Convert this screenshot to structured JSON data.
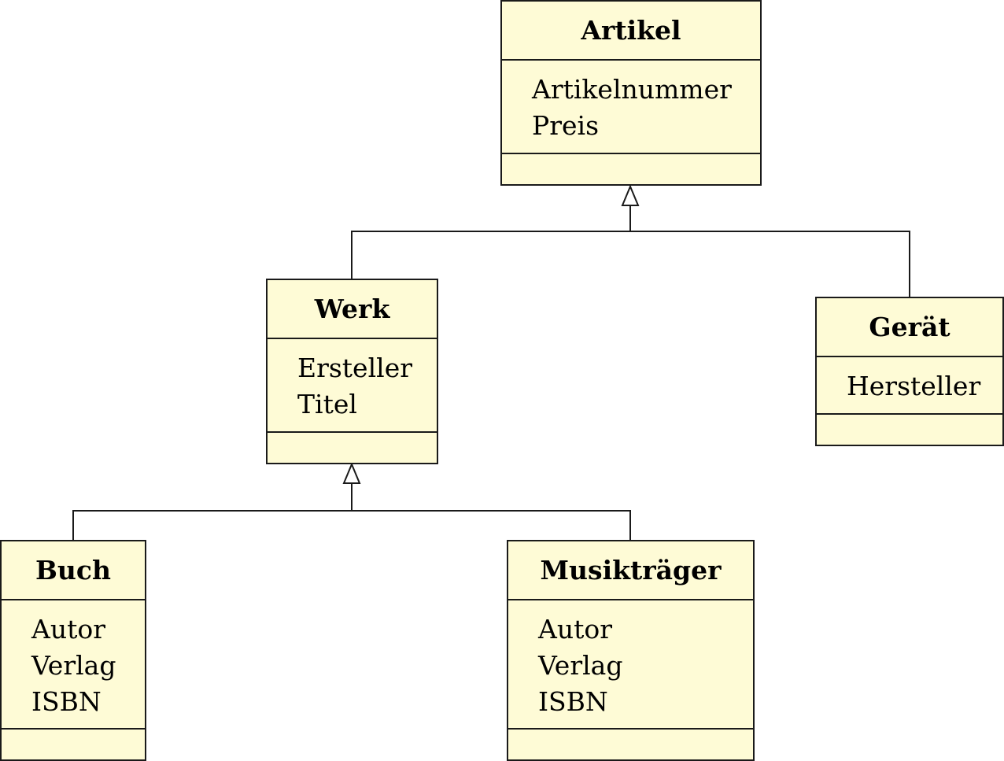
{
  "style": {
    "box_fill": "#fefbd6",
    "line_color": "#1a1a1a"
  },
  "classes": {
    "artikel": {
      "name": "Artikel",
      "attributes": [
        "Artikelnummer",
        "Preis"
      ],
      "methods": []
    },
    "werk": {
      "name": "Werk",
      "attributes": [
        "Ersteller",
        "Titel"
      ],
      "methods": []
    },
    "geraet": {
      "name": "Gerät",
      "attributes": [
        "Hersteller"
      ],
      "methods": []
    },
    "buch": {
      "name": "Buch",
      "attributes": [
        "Autor",
        "Verlag",
        "ISBN"
      ],
      "methods": []
    },
    "musiktraeger": {
      "name": "Musikträger",
      "attributes": [
        "Autor",
        "Verlag",
        "ISBN"
      ],
      "methods": []
    }
  },
  "relations": [
    {
      "type": "generalization",
      "parent": "Artikel",
      "children": [
        "Werk",
        "Gerät"
      ]
    },
    {
      "type": "generalization",
      "parent": "Werk",
      "children": [
        "Buch",
        "Musikträger"
      ]
    }
  ]
}
